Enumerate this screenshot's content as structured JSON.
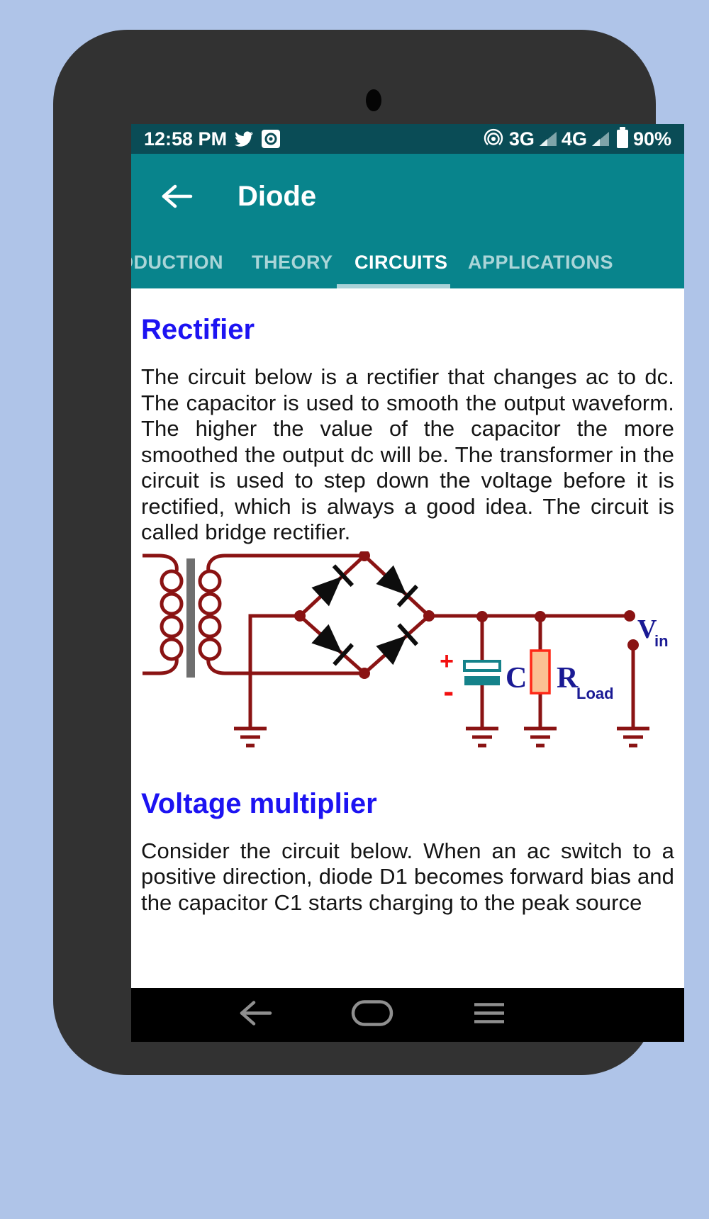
{
  "status_bar": {
    "time": "12:58 PM",
    "network_3g": "3G",
    "network_4g": "4G",
    "battery_percent": "90%",
    "icons": [
      "twitter-icon",
      "screen-record-icon",
      "hotspot-icon",
      "signal-triangle",
      "battery-icon"
    ]
  },
  "app_bar": {
    "title": "Diode"
  },
  "tabs": {
    "items": [
      {
        "label": "ODUCTION",
        "active": false
      },
      {
        "label": "THEORY",
        "active": false
      },
      {
        "label": "CIRCUITS",
        "active": true
      },
      {
        "label": "APPLICATIONS",
        "active": false
      }
    ]
  },
  "content": {
    "rectifier": {
      "heading": "Rectifier",
      "body": "The circuit below is a rectifier that changes ac to dc. The capacitor is used to smooth the output waveform. The higher the value of the capacitor the more smoothed the output dc will be. The transformer in the circuit is used to step down the voltage before it is rectified, which is always a good idea. The circuit is called bridge rectifier."
    },
    "circuit": {
      "description": "bridge rectifier with transformer, four diodes, smoothing capacitor, load resistor and output terminal",
      "labels": {
        "plus": "+",
        "minus": "-",
        "capacitor": "C",
        "resistor": "R",
        "resistor_sub": "Load",
        "voltage": "V",
        "voltage_sub": "in"
      }
    },
    "multiplier": {
      "heading": "Voltage multiplier",
      "body": "Consider the circuit below. When an ac switch to a positive direction, diode D1 becomes forward bias and the capacitor C1 starts charging to the peak source"
    }
  },
  "nav_bar": {
    "icons": [
      "back-icon",
      "home-icon",
      "recents-icon"
    ]
  },
  "colors": {
    "background": "#AFC4E8",
    "status_bar": "#0A4C56",
    "app_bar": "#08848C",
    "tab_underline": "#A9D2D8",
    "heading_blue": "#1C13F2",
    "wire_red": "#8A1313",
    "capacitor_teal": "#15828A",
    "resistor_fill": "#FBC193",
    "resistor_stroke": "#FF2817",
    "label_navy": "#1A1A94",
    "sign_red": "#F21010"
  }
}
